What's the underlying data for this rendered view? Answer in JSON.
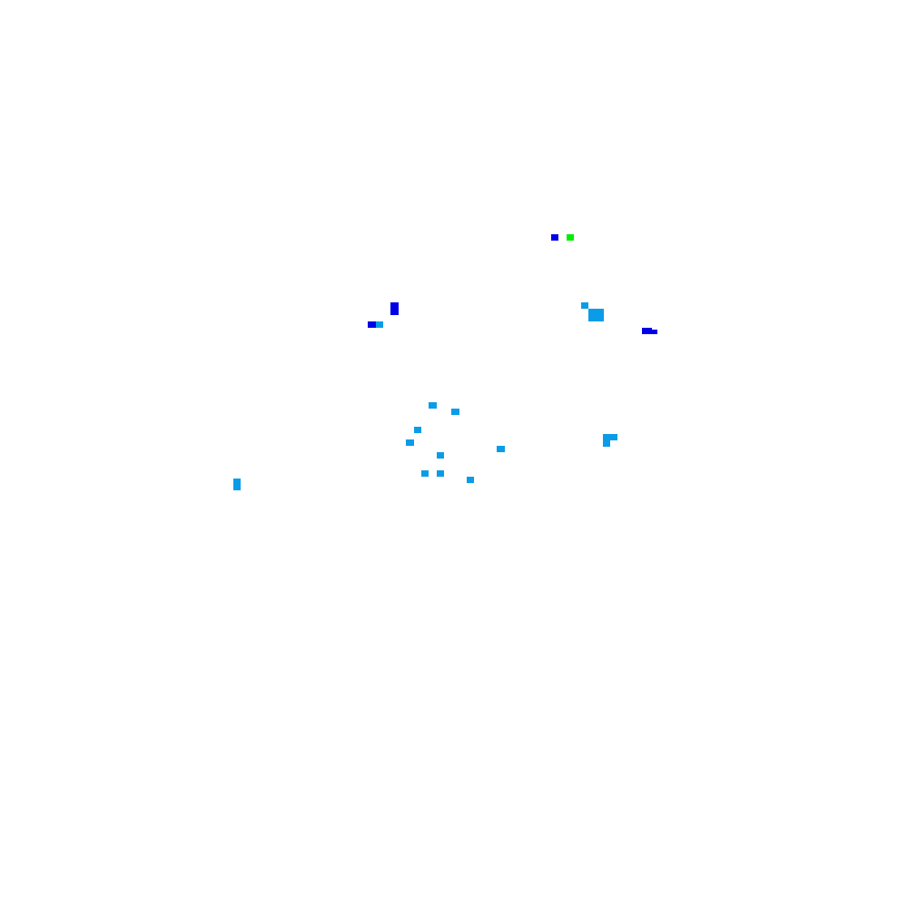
{
  "palette": {
    "background": "#ffffff",
    "sky_blue": "#0b9ce8",
    "royal_blue": "#0000e6",
    "green": "#00ee00"
  },
  "pixel_marks": [
    {
      "color": "royal_blue",
      "count": 5
    },
    {
      "color": "sky_blue",
      "count": 18
    },
    {
      "color": "green",
      "count": 1
    }
  ]
}
